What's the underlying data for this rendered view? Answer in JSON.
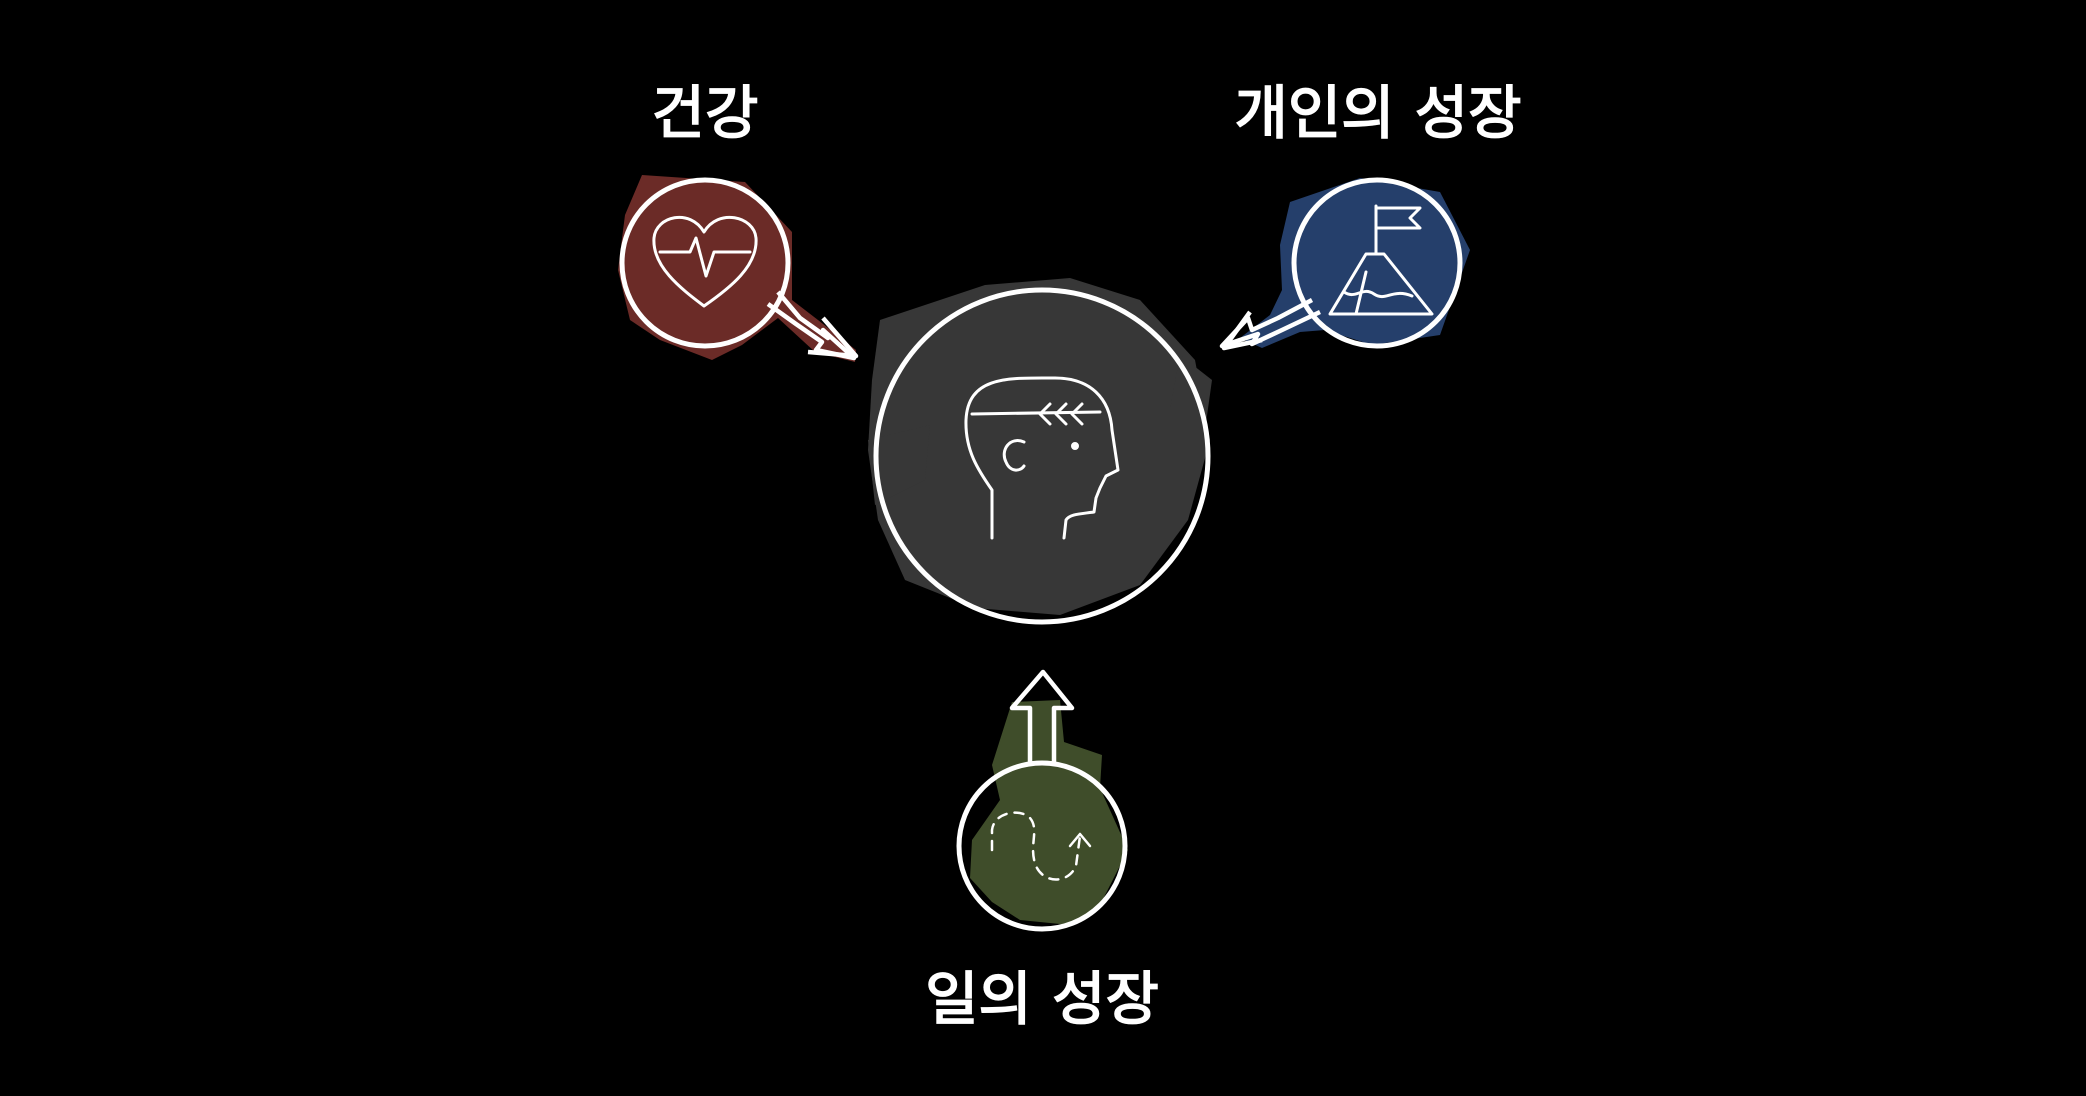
{
  "labels": {
    "health": "건강",
    "personal_growth": "개인의 성장",
    "work_growth": "일의 성장"
  },
  "colors": {
    "background": "#000000",
    "health": "#6b2b27",
    "personal_growth": "#253f6b",
    "work_growth": "#3f4d2a",
    "center": "#373737",
    "stroke": "#ffffff"
  },
  "icons": {
    "center": "head-icon",
    "health": "heart-pulse-icon",
    "personal_growth": "mountain-flag-icon",
    "work_growth": "winding-path-icon"
  }
}
